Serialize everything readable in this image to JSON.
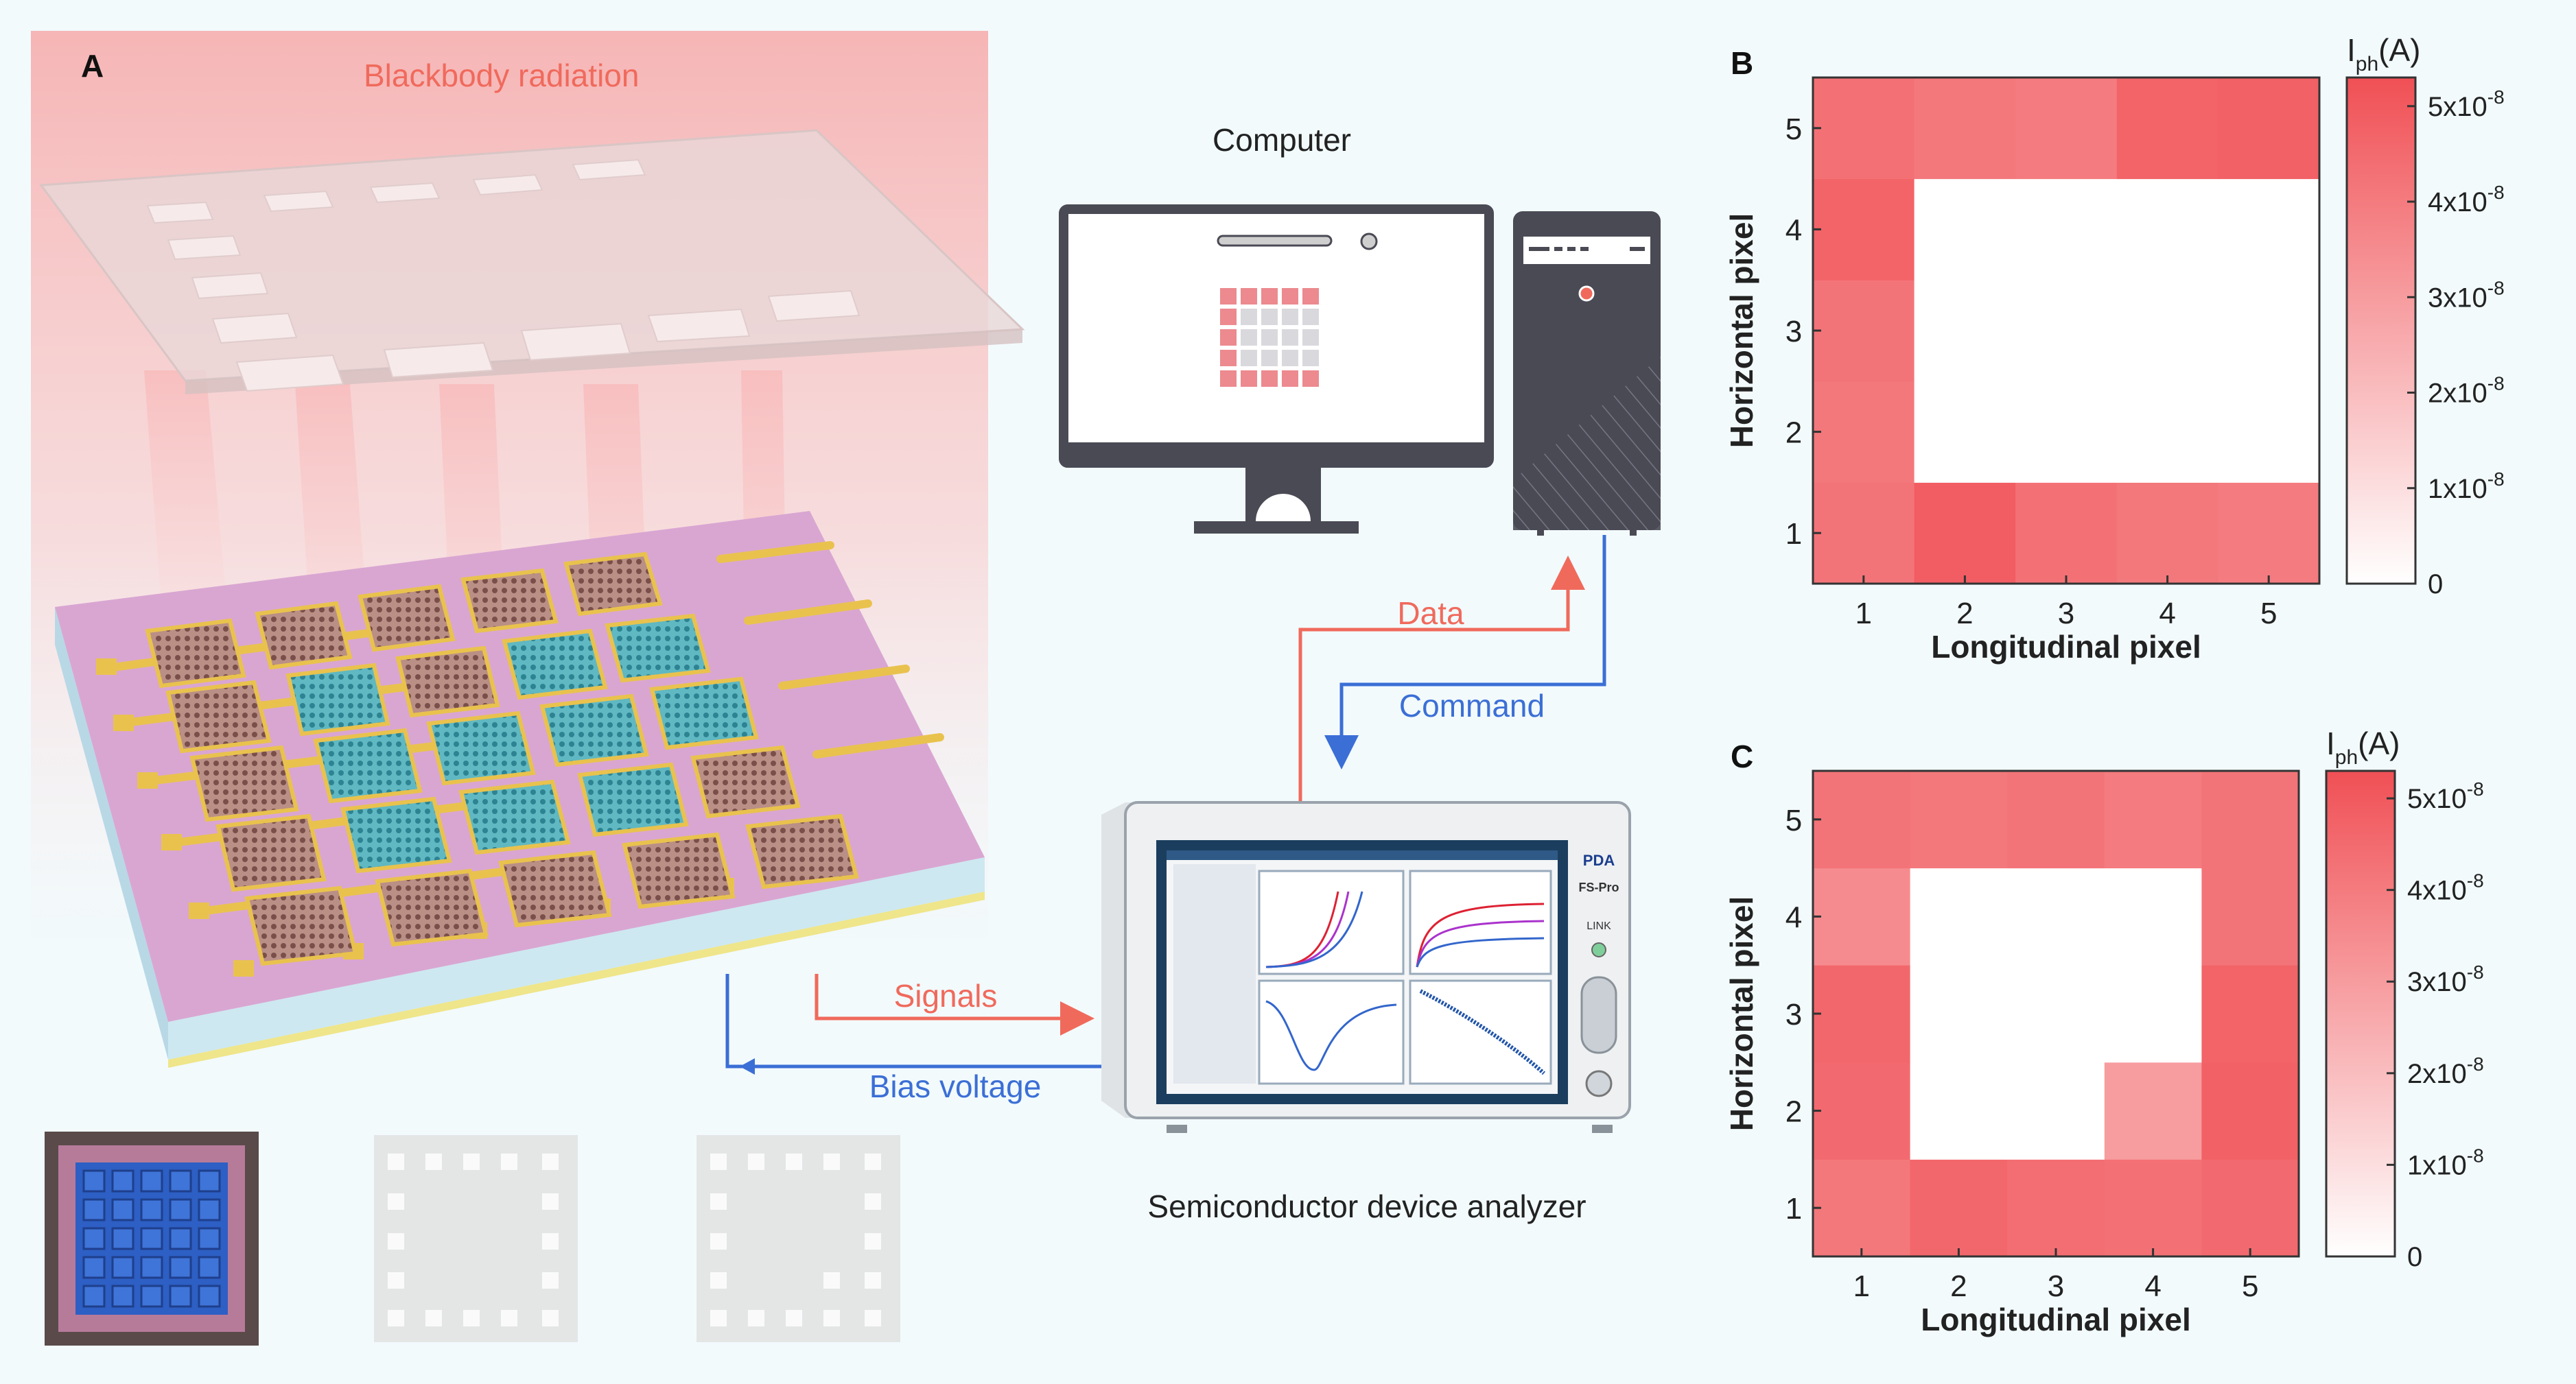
{
  "panel_a": {
    "label": "A",
    "radiation_label": "Blackbody radiation",
    "computer_label": "Computer",
    "analyzer_label": "Semiconductor device analyzer",
    "data_label": "Data",
    "command_label": "Command",
    "signals_label": "Signals",
    "bias_label": "Bias voltage",
    "analyzer_brand": "PDA",
    "analyzer_model": "FS-Pro",
    "analyzer_button": "LINK"
  },
  "colors": {
    "red": "#f06a5c",
    "blue": "#3b6fd6",
    "heat_max": "#f05055",
    "heat_min": "#ffffff",
    "substrate_pink": "#e0a8d4",
    "substrate_blue": "#cde8f0",
    "pixel_teal": "#3a9aa8",
    "gold": "#e9c24e"
  },
  "chart_data": [
    {
      "panel": "B",
      "type": "heatmap",
      "xlabel": "Longitudinal pixel",
      "ylabel": "Horizontal pixel",
      "x": [
        1,
        2,
        3,
        4,
        5
      ],
      "y": [
        1,
        2,
        3,
        4,
        5
      ],
      "colorbar_label": "I_ph(A)",
      "colorbar_ticks": [
        "0",
        "1x10-8",
        "2x10-8",
        "3x10-8",
        "4x10-8",
        "5x10-8"
      ],
      "colorbar_range": [
        0,
        5.3e-08
      ],
      "values": [
        [
          4.2e-08,
          4.9e-08,
          4.3e-08,
          4.1e-08,
          4e-08
        ],
        [
          4.1e-08,
          0,
          0,
          0,
          0
        ],
        [
          4.2e-08,
          0,
          0,
          0,
          0
        ],
        [
          4.7e-08,
          0,
          0,
          0,
          0
        ],
        [
          4.3e-08,
          4.1e-08,
          4e-08,
          4.7e-08,
          4.8e-08
        ]
      ],
      "values_row_order": "row index 0 = horizontal pixel 1"
    },
    {
      "panel": "C",
      "type": "heatmap",
      "xlabel": "Longitudinal pixel",
      "ylabel": "Horizontal pixel",
      "x": [
        1,
        2,
        3,
        4,
        5
      ],
      "y": [
        1,
        2,
        3,
        4,
        5
      ],
      "colorbar_label": "I_ph(A)",
      "colorbar_ticks": [
        "0",
        "1x10-8",
        "2x10-8",
        "3x10-8",
        "4x10-8",
        "5x10-8"
      ],
      "colorbar_range": [
        0,
        5.3e-08
      ],
      "values": [
        [
          4.1e-08,
          4.6e-08,
          4.4e-08,
          4.3e-08,
          4.5e-08
        ],
        [
          4.5e-08,
          0,
          0,
          3e-08,
          4.8e-08
        ],
        [
          4.6e-08,
          0,
          0,
          0,
          4.7e-08
        ],
        [
          3.5e-08,
          0,
          0,
          0,
          4.2e-08
        ],
        [
          4.2e-08,
          4.1e-08,
          4.2e-08,
          4e-08,
          4.2e-08
        ]
      ],
      "values_row_order": "row index 0 = horizontal pixel 1"
    }
  ]
}
